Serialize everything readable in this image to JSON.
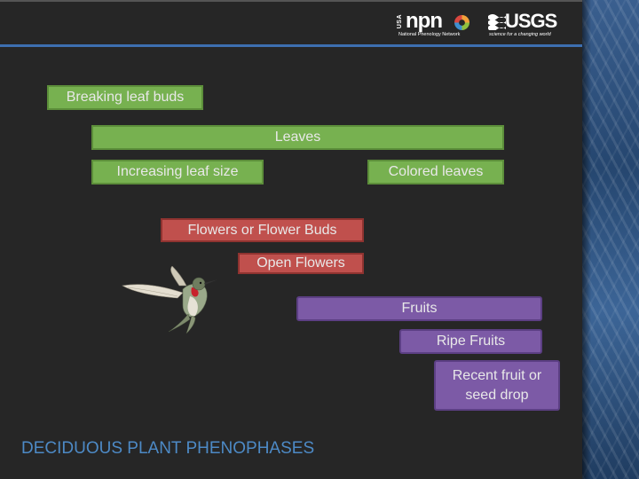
{
  "header": {
    "npn_logo": {
      "usa": "USA",
      "word": "npn",
      "subtitle": "National Phenology Network"
    },
    "usgs_logo": {
      "word": "USGS",
      "tagline": "science for a changing world"
    },
    "accent_color": "#3d6fb0"
  },
  "phenophases": [
    {
      "label": "Breaking leaf buds",
      "group": "leaves",
      "color": "#77b150"
    },
    {
      "label": "Leaves",
      "group": "leaves",
      "color": "#77b150"
    },
    {
      "label": "Increasing leaf size",
      "group": "leaves",
      "color": "#77b150"
    },
    {
      "label": "Colored leaves",
      "group": "leaves",
      "color": "#77b150"
    },
    {
      "label": "Flowers or Flower Buds",
      "group": "flowers",
      "color": "#c0504d"
    },
    {
      "label": "Open Flowers",
      "group": "flowers",
      "color": "#c0504d"
    },
    {
      "label": "Fruits",
      "group": "fruits",
      "color": "#7c5aa6"
    },
    {
      "label": "Ripe Fruits",
      "group": "fruits",
      "color": "#7c5aa6"
    },
    {
      "label": "Recent fruit or seed drop",
      "group": "fruits",
      "color": "#7c5aa6"
    }
  ],
  "illustration": {
    "icon": "hummingbird-icon"
  },
  "slide_title": "DECIDUOUS PLANT PHENOPHASES",
  "title_color": "#4d8ac6"
}
